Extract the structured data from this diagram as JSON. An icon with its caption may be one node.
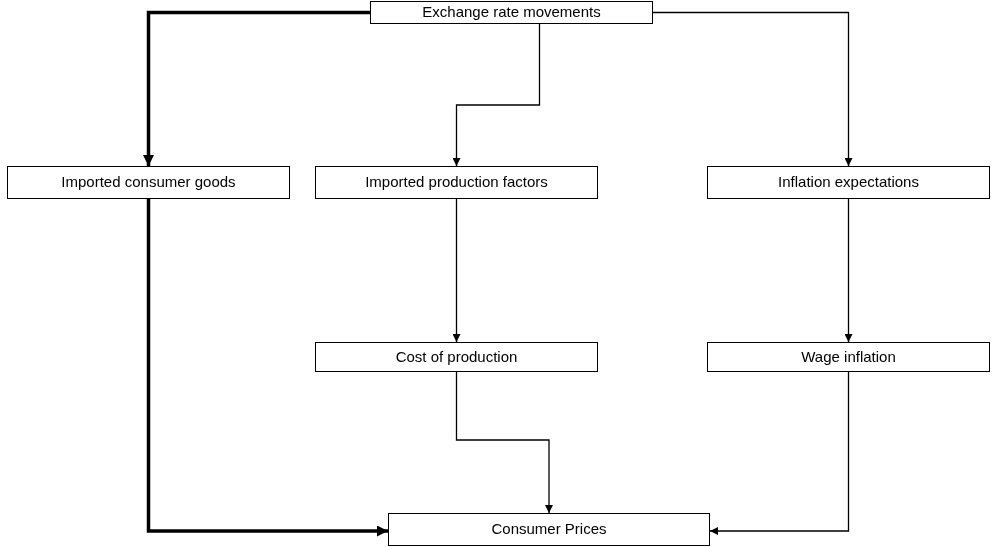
{
  "diagram": {
    "nodes": [
      {
        "text": [
          "Exchange rate movements"
        ]
      },
      {
        "text": [
          "Imported consumer goods"
        ]
      },
      {
        "text": [
          "Imported production factors"
        ]
      },
      {
        "text": [
          "Inflation expectations"
        ]
      },
      {
        "text": [
          "Cost of production"
        ]
      },
      {
        "text": [
          "Wage inflation"
        ]
      },
      {
        "text": [
          "Consumer Prices"
        ]
      }
    ],
    "edges": [
      {
        "from": 0,
        "to": 1,
        "arrow": "to",
        "style": "thick"
      },
      {
        "from": 0,
        "to": 2,
        "arrow": "to"
      },
      {
        "from": 0,
        "to": 3,
        "arrow": "to"
      },
      {
        "from": 1,
        "to": 6,
        "arrow": "to",
        "style": "thick"
      },
      {
        "from": 2,
        "to": 4,
        "arrow": "to"
      },
      {
        "from": 3,
        "to": 5,
        "arrow": "to"
      },
      {
        "from": 4,
        "to": 6,
        "arrow": "to"
      },
      {
        "from": 5,
        "to": 6,
        "arrow": "to"
      }
    ]
  }
}
